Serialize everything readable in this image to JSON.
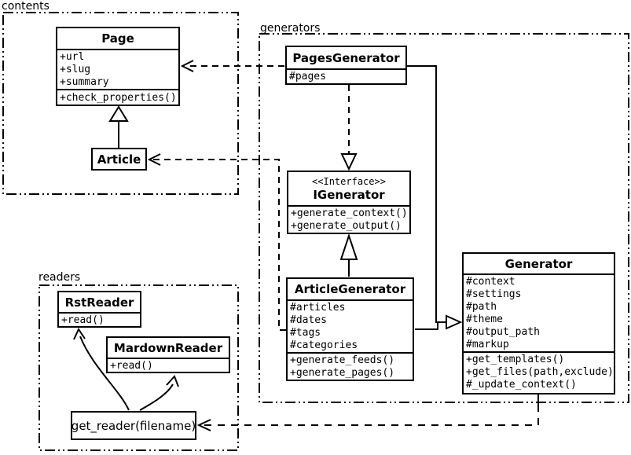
{
  "colors": {
    "line": "#000000",
    "background": "#ffffff",
    "text": "#000000"
  },
  "packages": {
    "contents": {
      "label": "contents"
    },
    "generators": {
      "label": "generators"
    },
    "readers": {
      "label": "readers"
    }
  },
  "classes": {
    "page": {
      "title": "Page",
      "attributes": [
        "+url",
        "+slug",
        "+summary"
      ],
      "methods": [
        "+check_properties()"
      ]
    },
    "article": {
      "title": "Article"
    },
    "pagesGenerator": {
      "title": "PagesGenerator",
      "attributes": [
        "#pages"
      ]
    },
    "igenerator": {
      "stereotype": "<<Interface>>",
      "title": "IGenerator",
      "methods": [
        "+generate_context()",
        "+generate_output()"
      ]
    },
    "articleGenerator": {
      "title": "ArticleGenerator",
      "attributes": [
        "#articles",
        "#dates",
        "#tags",
        "#categories"
      ],
      "methods": [
        "+generate_feeds()",
        "+generate_pages()"
      ]
    },
    "generator": {
      "title": "Generator",
      "attributes": [
        "#context",
        "#settings",
        "#path",
        "#theme",
        "#output_path",
        "#markup"
      ],
      "methods": [
        "+get_templates()",
        "+get_files(path,exclude)",
        "#_update_context()"
      ]
    },
    "rstReader": {
      "title": "RstReader",
      "methods": [
        "+read()"
      ]
    },
    "mardownReader": {
      "title": "MardownReader",
      "methods": [
        "+read()"
      ]
    },
    "getReader": {
      "label": "get_reader(filename)"
    }
  }
}
